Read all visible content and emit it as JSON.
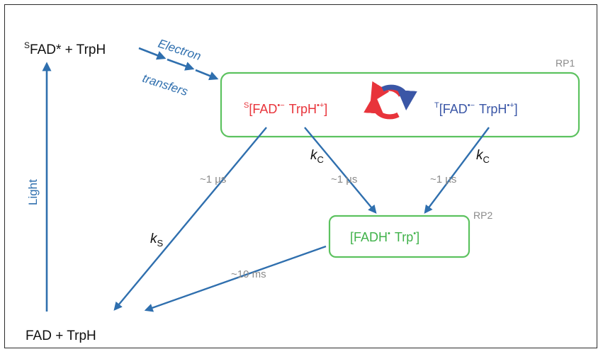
{
  "species": {
    "excited": {
      "sup": "S",
      "main": "FAD* + TrpH"
    },
    "ground": "FAD + TrpH",
    "singlet_pair": {
      "sup": "S",
      "left": "[FAD",
      "left_rad": "•−",
      "right": "TrpH",
      "right_rad": "•+",
      "close": "]"
    },
    "triplet_pair": {
      "sup": "T",
      "left": "[FAD",
      "left_rad": "•−",
      "right": "TrpH",
      "right_rad": "•+",
      "close": "]"
    },
    "rp2": {
      "left": "[FADH",
      "left_rad": "•",
      "right": "Trp",
      "right_rad": "•",
      "close": "]"
    }
  },
  "labels": {
    "light": "Light",
    "electron": "Electron",
    "transfers": "transfers",
    "rp1": "RP1",
    "rp2": "RP2"
  },
  "rates": {
    "k_symbol": "k",
    "ks_sub": "S",
    "kc_sub": "C",
    "t1": "~1 µs",
    "t2": "~1 µs",
    "t3": "~1 µs",
    "t4": "~10 ms"
  },
  "colors": {
    "arrow": "#2f6fae",
    "box": "#5cc25f",
    "singlet": "#e8343b",
    "triplet": "#3a56a6",
    "timescale": "#8a8a8a"
  }
}
